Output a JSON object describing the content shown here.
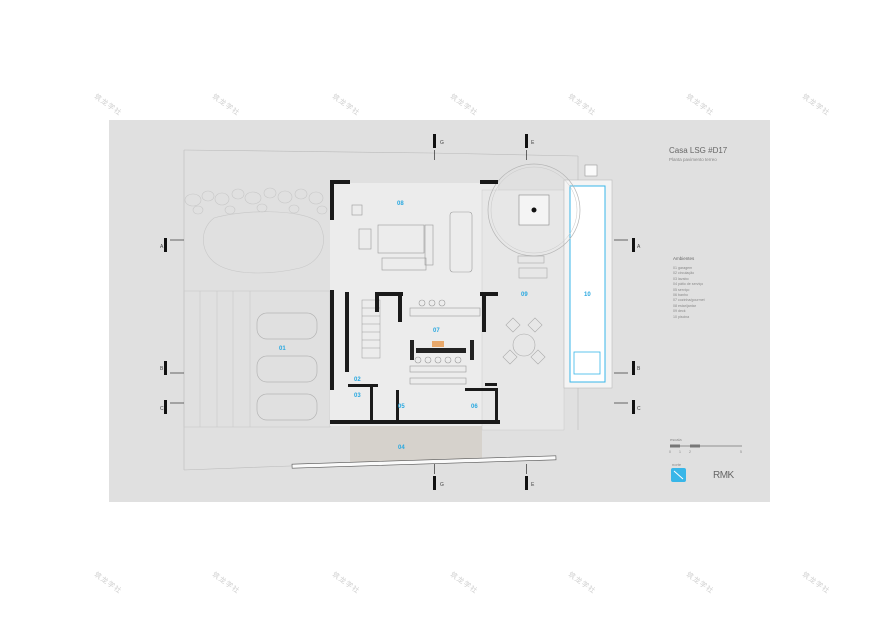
{
  "title": "Casa LSG #D17",
  "subtitle": "Planta pavimento terreo",
  "legend": {
    "heading": "Ambientes",
    "items": [
      "01 garagem",
      "02 circulação",
      "03 lavabo",
      "04 pátio de serviço",
      "05 serviço",
      "06 banho",
      "07 cozinha/gourmet",
      "08 estar/jantar",
      "09 deck",
      "10 piscina"
    ]
  },
  "room_numbers": [
    "01",
    "02",
    "03",
    "04",
    "05",
    "06",
    "07",
    "08",
    "09",
    "10"
  ],
  "section_markers": {
    "g": "G",
    "e": "E",
    "a": "A",
    "b": "B",
    "c": "C"
  },
  "scale": {
    "label": "escala",
    "ticks": [
      "0",
      "1",
      "2",
      "5"
    ]
  },
  "north_label": "norte",
  "logo": "RMK",
  "watermark": "筑龙学社",
  "colors": {
    "room_number": "#29a8e0",
    "pool": "#38b6e8",
    "walls": "#1a1a1a",
    "sheet": "#e0e0e0"
  }
}
